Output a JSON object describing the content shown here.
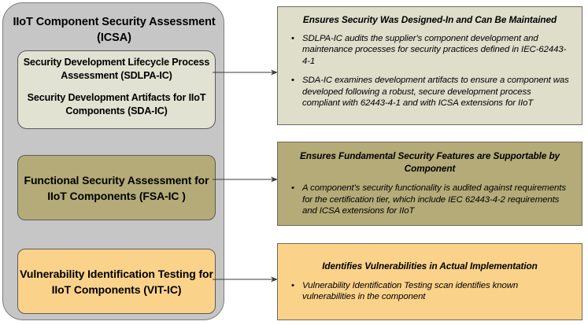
{
  "left_container": {
    "title": "IIoT Component Security Assessment (ICSA)",
    "boxes": [
      {
        "name": "sdlpa-sda-box",
        "line1": "Security Development Lifecycle Process Assessment (SDLPA-IC)",
        "line2": "Security Development Artifacts for IIoT Components  (SDA-IC)",
        "color": "#e2e2d2"
      },
      {
        "name": "fsa-ic-box",
        "line1": "Functional Security Assessment for IIoT Components (FSA-IC )",
        "color": "#b5ab78"
      },
      {
        "name": "vit-ic-box",
        "line1": "Vulnerability Identification Testing for IIoT Components (VIT-IC)",
        "color": "#fbd28a"
      }
    ]
  },
  "panels": [
    {
      "name": "panel-designed-in",
      "heading": "Ensures Security Was Designed-In and Can Be Maintained",
      "color": "#dedecb",
      "bullets": [
        "SDLPA-IC audits the supplier's component development and maintenance processes for security practices defined in IEC-62443-4-1",
        "SDA-IC examines development artifacts to ensure a component was developed following a robust, secure development process compliant with 62443-4-1 and with ICSA extensions for IIoT"
      ]
    },
    {
      "name": "panel-fundamental-features",
      "heading": "Ensures Fundamental Security Features are Supportable by Component",
      "color": "#b5ab78",
      "bullets": [
        "A  component's security functionality is audited against requirements for the certification tier, which include IEC 62443-4-2 requirements and ICSA extensions for IIoT"
      ]
    },
    {
      "name": "panel-vulnerabilities",
      "heading": "Identifies Vulnerabilities in Actual Implementation",
      "color": "#fbd28a",
      "bullets": [
        "Vulnerability Identification Testing scan identifies known vulnerabilities in the component"
      ]
    }
  ],
  "bullet_glyph": "•",
  "connectors": [
    {
      "name": "connector-sdlpa-to-panel1"
    },
    {
      "name": "connector-fsa-to-panel2"
    },
    {
      "name": "connector-vit-to-panel3"
    }
  ]
}
